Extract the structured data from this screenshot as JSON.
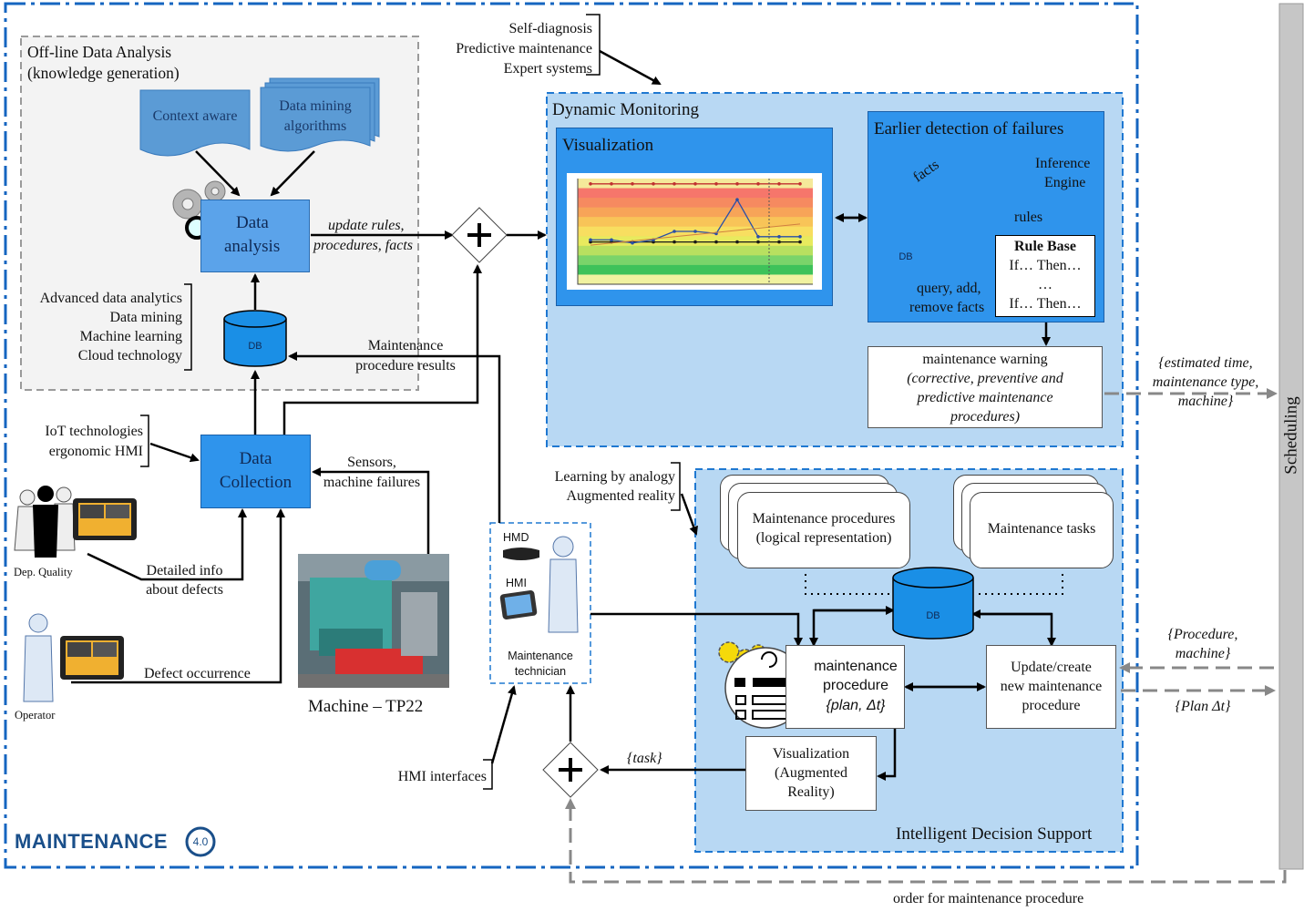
{
  "top_note": [
    "Self-diagnosis",
    "Predictive maintenance",
    "Expert systems"
  ],
  "offline": {
    "title": [
      "Off-line Data Analysis",
      "(knowledge generation)"
    ],
    "context_aware": "Context aware",
    "data_mining_algorithms": [
      "Data mining",
      "algorithms"
    ],
    "data_analysis": [
      "Data",
      "analysis"
    ],
    "techniques": [
      "Advanced data analytics",
      "Data mining",
      "Machine learning",
      "Cloud technology"
    ],
    "db": "DB"
  },
  "update_rules": [
    "update rules,",
    "procedures, facts"
  ],
  "maintenance_results": [
    "Maintenance",
    "procedure results"
  ],
  "iot": [
    "IoT technologies",
    "ergonomic HMI"
  ],
  "data_collection": [
    "Data",
    "Collection"
  ],
  "sensors": [
    "Sensors,",
    "machine failures"
  ],
  "detailed_info": [
    "Detailed info",
    "about defects"
  ],
  "defect_occurrence": "Defect occurrence",
  "dep_quality": "Dep. Quality",
  "operator": "Operator",
  "machine_label": "Machine – TP22",
  "dynamic": {
    "title": "Dynamic Monitoring",
    "visualization": "Visualization",
    "earlier_detection": "Earlier detection of failures",
    "facts": "facts",
    "inference": [
      "Inference",
      "Engine"
    ],
    "rules": "rules",
    "db": "DB",
    "rule_base_title": "Rule Base",
    "rule_lines": [
      "If… Then…",
      "…",
      "If… Then…"
    ],
    "query": [
      "query, add,",
      "remove facts"
    ],
    "warning": [
      "maintenance warning",
      "(corrective, preventive and",
      "predictive maintenance",
      "procedures)"
    ]
  },
  "estimated": [
    "{estimated time,",
    "maintenance type,",
    "machine}"
  ],
  "scheduling": "Scheduling",
  "learning": [
    "Learning by analogy",
    "Augmented reality"
  ],
  "technician": {
    "hmd": "HMD",
    "hmi": "HMI",
    "label": [
      "Maintenance",
      "technician"
    ]
  },
  "hmi_interfaces": "HMI interfaces",
  "ids": {
    "maint_procedures": [
      "Maintenance procedures",
      "(logical representation)"
    ],
    "maint_tasks": "Maintenance tasks",
    "db": "DB",
    "maint_procedure": [
      "maintenance",
      "procedure",
      "{plan, Δt}"
    ],
    "update_create": [
      "Update/create",
      "new maintenance",
      "procedure"
    ],
    "visualization_ar": [
      "Visualization",
      "(Augmented",
      "Reality)"
    ],
    "title": "Intelligent Decision Support"
  },
  "task": "{task}",
  "procedure_machine": [
    "{Procedure,",
    "machine}"
  ],
  "plan_dt": "{Plan Δt}",
  "order": "order for maintenance procedure",
  "logo": {
    "word": "MAINTENANCE",
    "version": "4.0"
  },
  "chart": {
    "blue_series": [
      0.58,
      0.58,
      0.61,
      0.58,
      0.5,
      0.5,
      0.52,
      0.2,
      0.55,
      0.55,
      0.55
    ],
    "black_series": [
      0.6,
      0.6,
      0.6,
      0.6,
      0.6,
      0.6,
      0.6,
      0.6,
      0.6,
      0.6,
      0.6
    ],
    "top_series": [
      0.05,
      0.05,
      0.05,
      0.05,
      0.05,
      0.05,
      0.05,
      0.05,
      0.05,
      0.05,
      0.05
    ]
  },
  "colors": {
    "dashed_blue": "#1565c0",
    "panel_blue": "#b8d8f3",
    "box_blue": "#4aa3ea",
    "gray_panel": "#f3f3f3"
  }
}
